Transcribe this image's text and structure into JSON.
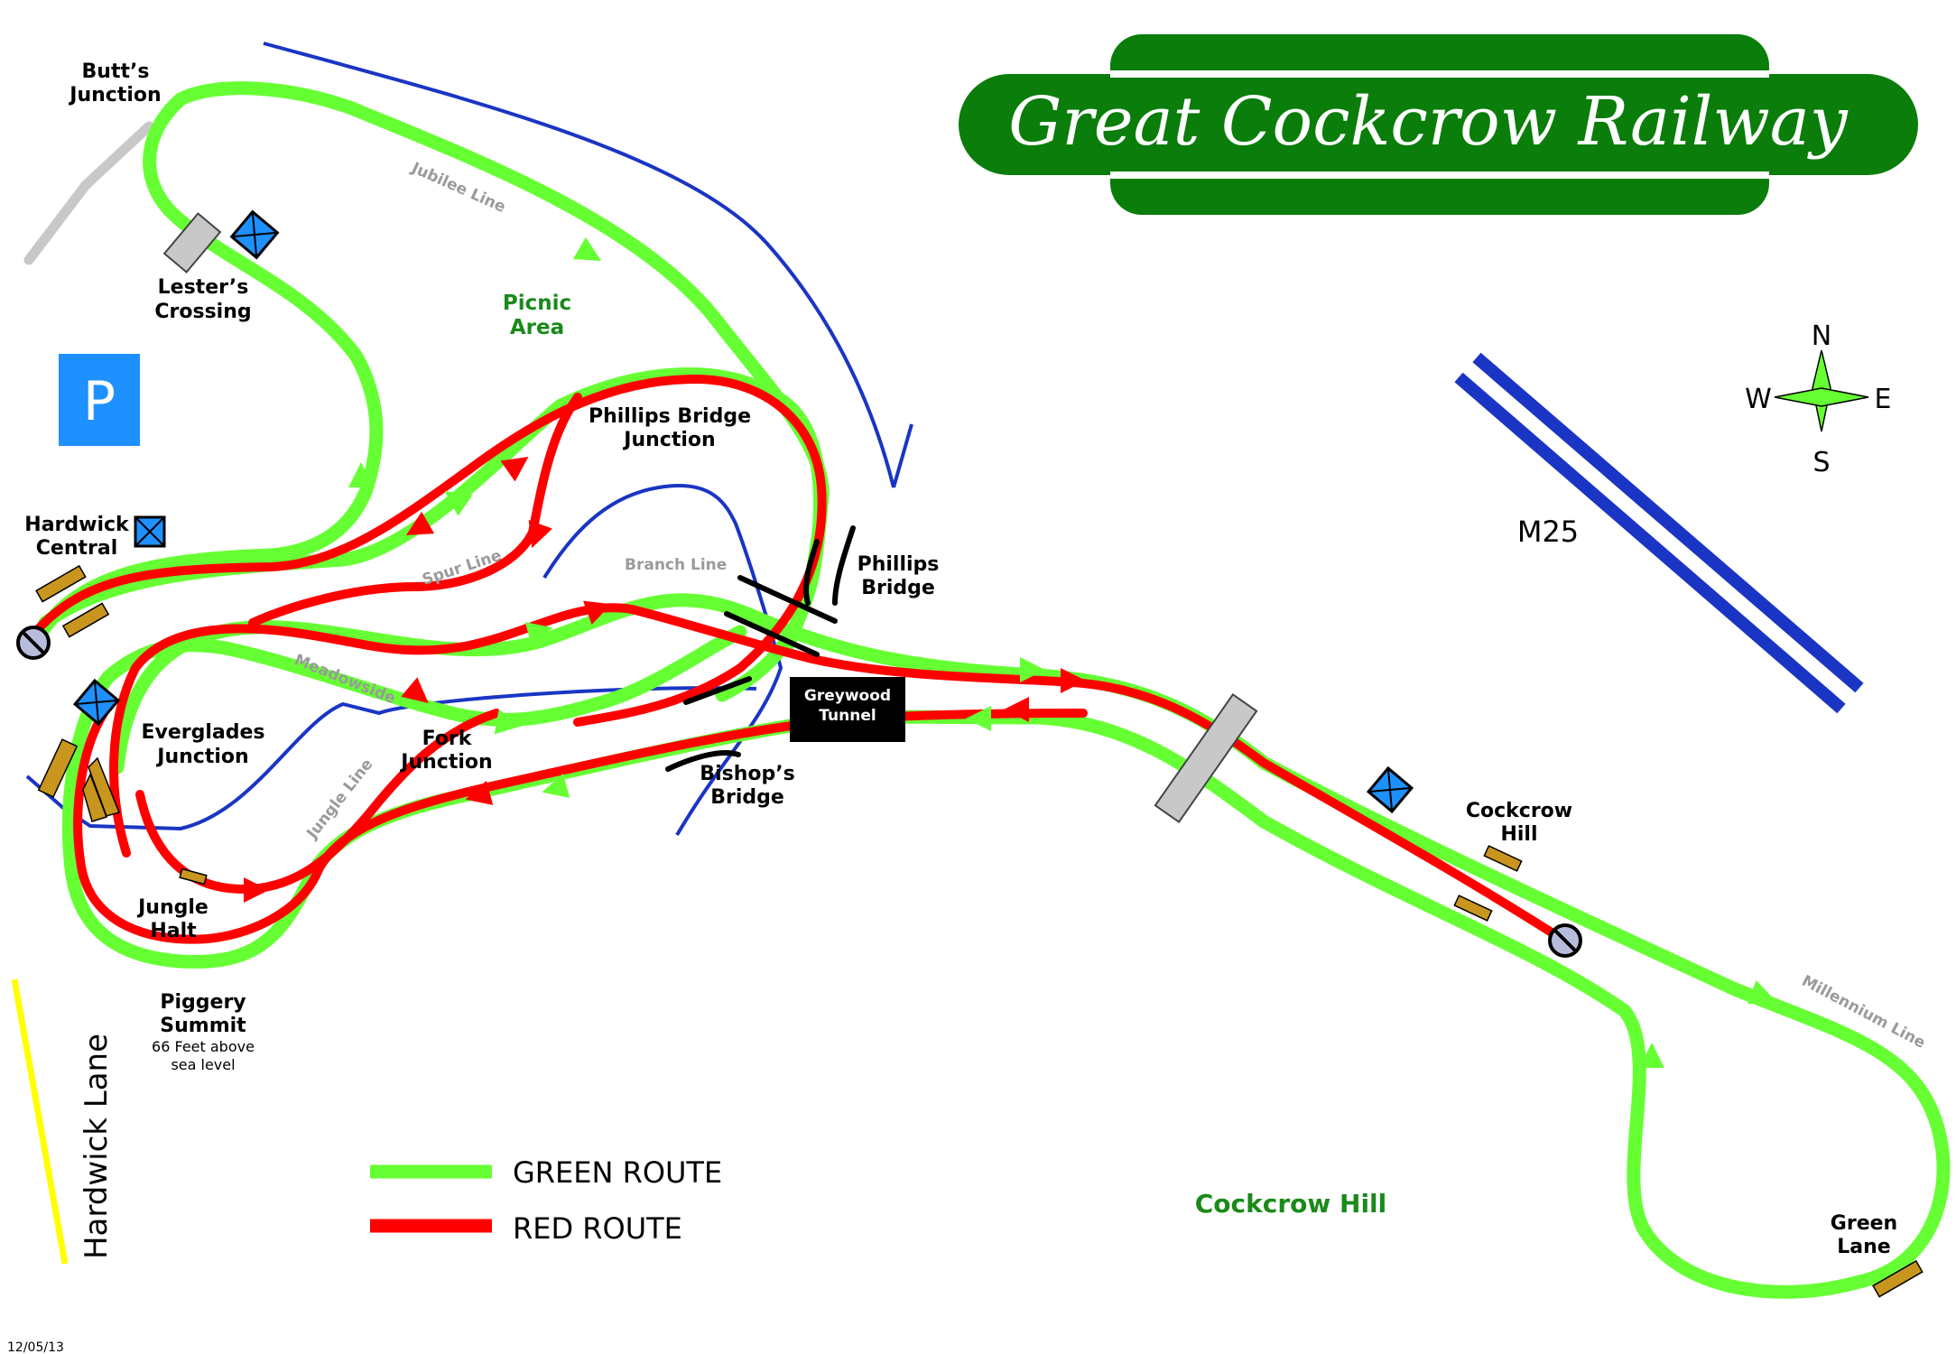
{
  "title": "Great Cockcrow Railway",
  "date": "12/05/13",
  "colors": {
    "green_route": "#66ff33",
    "red_route": "#ff0000",
    "header_green": "#0a7d0a",
    "water_blue": "#1a35c4",
    "platform": "#c8961e",
    "hardwick_lane": "#ffff00"
  },
  "legend": [
    {
      "label": "GREEN ROUTE",
      "color": "#66ff33"
    },
    {
      "label": "RED ROUTE",
      "color": "#ff0000"
    }
  ],
  "compass": {
    "n": "N",
    "s": "S",
    "e": "E",
    "w": "W"
  },
  "parking": "P",
  "roads": {
    "m25": "M25",
    "hardwick_lane": "Hardwick Lane"
  },
  "areas": {
    "picnic_1": "Picnic",
    "picnic_2": "Area",
    "cockcrow_hill": "Cockcrow Hill"
  },
  "line_names": {
    "jubilee": "Jubilee Line",
    "spur": "Spur Line",
    "branch": "Branch Line",
    "meadowside": "Meadowside",
    "jungle": "Jungle Line",
    "millennium": "Millennium Line"
  },
  "stations": {
    "butts_1": "Butt’s",
    "butts_2": "Junction",
    "lesters_1": "Lester’s",
    "lesters_2": "Crossing",
    "hardwick_1": "Hardwick",
    "hardwick_2": "Central",
    "phillips_junction_1": "Phillips Bridge",
    "phillips_junction_2": "Junction",
    "phillips_bridge_1": "Phillips",
    "phillips_bridge_2": "Bridge",
    "greywood_1": "Greywood",
    "greywood_2": "Tunnel",
    "everglades_1": "Everglades",
    "everglades_2": "Junction",
    "fork_1": "Fork",
    "fork_2": "Junction",
    "bishops_1": "Bishop’s",
    "bishops_2": "Bridge",
    "jungle_1": "Jungle",
    "jungle_2": "Halt",
    "piggery_1": "Piggery",
    "piggery_2": "Summit",
    "piggery_note_1": "66 Feet above",
    "piggery_note_2": "sea level",
    "cockcrow_hill_1": "Cockcrow",
    "cockcrow_hill_2": "Hill",
    "green_lane_1": "Green",
    "green_lane_2": "Lane"
  }
}
